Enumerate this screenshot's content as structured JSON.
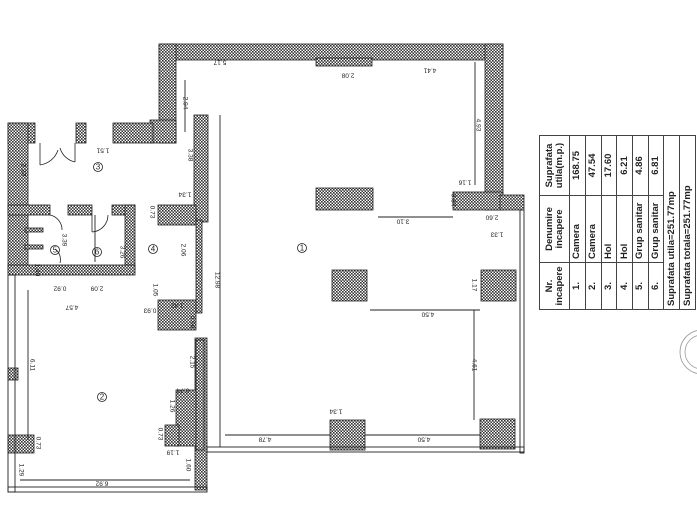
{
  "room_numbers": [
    "1",
    "2",
    "3",
    "4",
    "5",
    "6"
  ],
  "dimensions": [
    "5.17",
    "2.08",
    "4.41",
    "4.93",
    "1.16",
    "0.84",
    "2.60",
    "3.10",
    "2.94",
    "3.38",
    "1.34",
    "0.73",
    "1.51",
    "2.33",
    "3.26",
    "2.06",
    "1.05",
    "2.09",
    "0.92",
    "1.40",
    "3.39",
    "12.98",
    "1.33",
    "1.17",
    "4.50",
    "4.61",
    "1.34",
    "4.78",
    "4.50",
    "4.57",
    "0.93",
    "1.42",
    "0.98",
    "2.15",
    "0.74",
    "1.26",
    "0.73",
    "1.19",
    "1.60",
    "6.92",
    "6.11",
    "0.73",
    "1.29"
  ],
  "table": {
    "headers": {
      "nr": "Nr. incapere",
      "name": "Denumire incapere",
      "area": "Suprafata utila(m.p.)"
    },
    "rows": [
      {
        "nr": "1.",
        "name": "Camera",
        "area": "168.75"
      },
      {
        "nr": "2.",
        "name": "Camera",
        "area": "47.54"
      },
      {
        "nr": "3.",
        "name": "Hol",
        "area": "17.60"
      },
      {
        "nr": "4.",
        "name": "Hol",
        "area": "6.21"
      },
      {
        "nr": "5.",
        "name": "Grup sanitar",
        "area": "4.86"
      },
      {
        "nr": "6.",
        "name": "Grup sanitar",
        "area": "6.81"
      }
    ],
    "total_useful": "Suprafata utila=251.77mp",
    "total": "Suprafata totala=251.77mp"
  },
  "colors": {
    "wall": "#333333",
    "line": "#222222"
  }
}
